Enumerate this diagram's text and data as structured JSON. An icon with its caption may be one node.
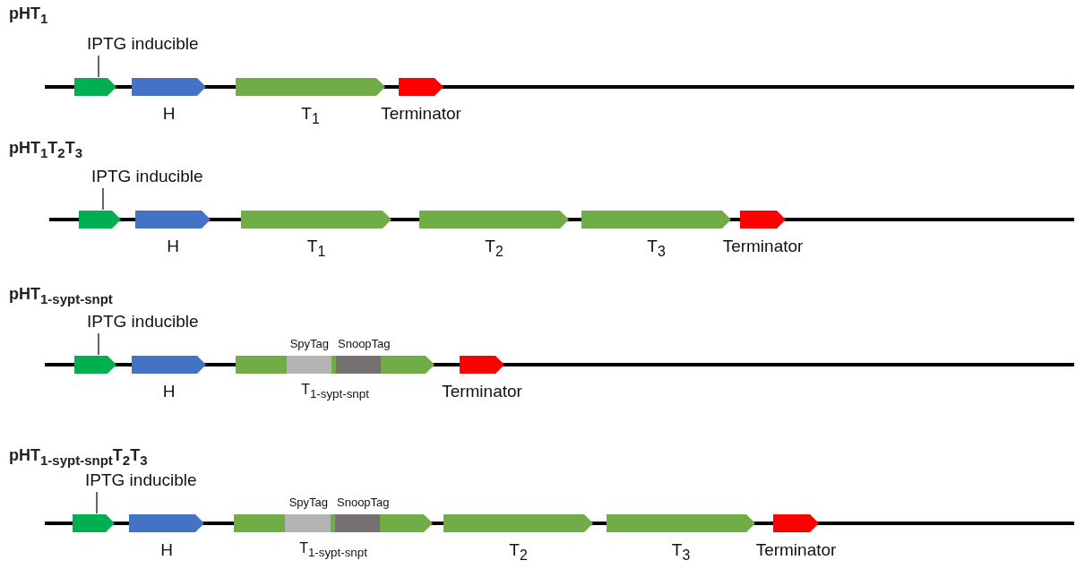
{
  "diagram": {
    "nodes": [
      {
        "text": [
          "IPTG inducible"
        ]
      },
      {
        "text": [
          "H"
        ]
      },
      {
        "text": [
          "T$_{1}$"
        ]
      },
      {
        "text": [
          "Terminator"
        ]
      },
      {
        "text": [
          "IPTG inducible"
        ]
      },
      {
        "text": [
          "H"
        ]
      },
      {
        "text": [
          "T$_{1}$"
        ]
      },
      {
        "text": [
          "T$_{2}$"
        ]
      },
      {
        "text": [
          "T$_{3}$"
        ]
      },
      {
        "text": [
          "Terminator"
        ]
      },
      {
        "text": [
          "IPTG inducible"
        ]
      },
      {
        "text": [
          "H"
        ]
      },
      {
        "text": [
          "T$_{1-sypt-snpt}$"
        ]
      },
      {
        "text": [
          "SpyTag"
        ],
        "in": 12
      },
      {
        "text": [
          "SnoopTag"
        ],
        "in": 12
      },
      {
        "text": [
          "Terminator"
        ]
      },
      {
        "text": [
          "IPTG inducible"
        ]
      },
      {
        "text": [
          "H"
        ]
      },
      {
        "text": [
          "T$_{1-sypt-snpt}$"
        ]
      },
      {
        "text": [
          "SpyTag"
        ],
        "in": 18
      },
      {
        "text": [
          "SnoopTag"
        ],
        "in": 18
      },
      {
        "text": [
          "T$_{2}$"
        ]
      },
      {
        "text": [
          "T$_{3}$"
        ]
      },
      {
        "text": [
          "Terminator"
        ]
      }
    ],
    "labels": [
      "pHT$_{1}$",
      "pHT$_{1}$T$_{2}$T$_{3}$",
      "pHT$_{1-sypt-snpt}$",
      "pHT$_{1-sypt-snpt}$T$_{2}$T$_{3}$"
    ]
  }
}
